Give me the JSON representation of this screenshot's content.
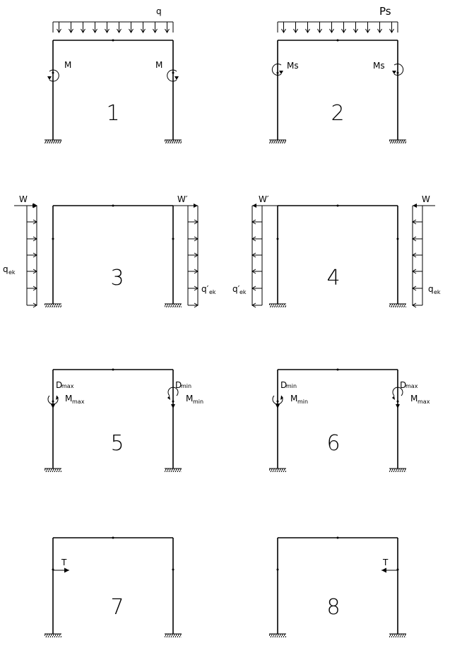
{
  "colors": {
    "line": "#000000",
    "background": "#ffffff"
  },
  "frames": [
    {
      "number": "1",
      "load": "q",
      "moment_left": "M",
      "moment_right": "M"
    },
    {
      "number": "2",
      "load": "Ps",
      "moment_left": "Ms",
      "moment_right": "Ms"
    },
    {
      "number": "3",
      "wind_left": "W",
      "wind_right": "W′",
      "q_left": "q",
      "q_left_sub": "ek",
      "q_right": "q′",
      "q_right_sub": "ek"
    },
    {
      "number": "4",
      "wind_left": "W′",
      "wind_right": "W",
      "q_left": "q′",
      "q_left_sub": "ek",
      "q_right": "q",
      "q_right_sub": "ek"
    },
    {
      "number": "5",
      "d_left": "D",
      "d_left_sub": "max",
      "m_left": "M",
      "m_left_sub": "max",
      "d_right": "D",
      "d_right_sub": "min",
      "m_right": "M",
      "m_right_sub": "min"
    },
    {
      "number": "6",
      "d_left": "D",
      "d_left_sub": "min",
      "m_left": "M",
      "m_left_sub": "min",
      "d_right": "D",
      "d_right_sub": "max",
      "m_right": "M",
      "m_right_sub": "max"
    },
    {
      "number": "7",
      "t_label": "T"
    },
    {
      "number": "8",
      "t_label": "T"
    }
  ]
}
